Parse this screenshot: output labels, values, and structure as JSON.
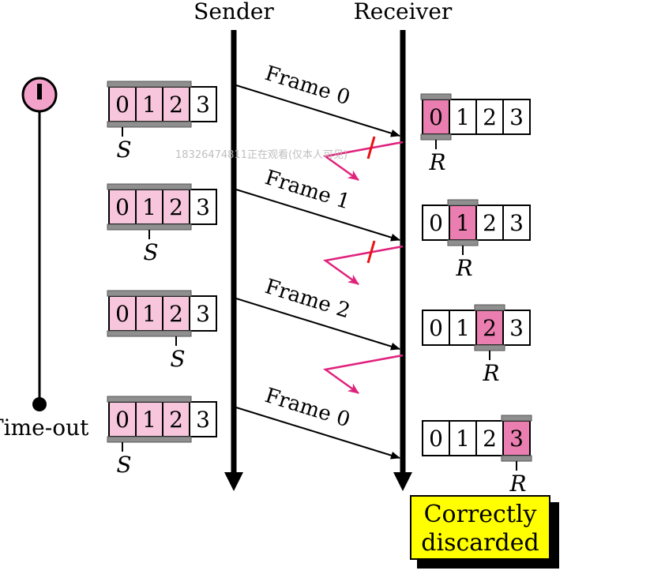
{
  "headers": {
    "sender": "Sender",
    "receiver": "Receiver"
  },
  "timer": {
    "icon": "stopwatch-icon",
    "timeout_label": "Time-out"
  },
  "frames": [
    {
      "label": "Frame 0",
      "lost_ack": true,
      "ack_cut": true
    },
    {
      "label": "Frame 1",
      "lost_ack": true,
      "ack_cut": true
    },
    {
      "label": "Frame 2",
      "lost_ack": true,
      "ack_cut": false
    },
    {
      "label": "Frame 0",
      "lost_ack": false,
      "ack_cut": false
    }
  ],
  "sender_windows": [
    {
      "cells": [
        "0",
        "1",
        "2",
        "3"
      ],
      "window": [
        0,
        2
      ],
      "pointer": 0,
      "pointer_label": "S"
    },
    {
      "cells": [
        "0",
        "1",
        "2",
        "3"
      ],
      "window": [
        0,
        2
      ],
      "pointer": 1,
      "pointer_label": "S"
    },
    {
      "cells": [
        "0",
        "1",
        "2",
        "3"
      ],
      "window": [
        0,
        2
      ],
      "pointer": 2,
      "pointer_label": "S"
    },
    {
      "cells": [
        "0",
        "1",
        "2",
        "3"
      ],
      "window": [
        0,
        2
      ],
      "pointer": 0,
      "pointer_label": "S"
    }
  ],
  "receiver_windows": [
    {
      "cells": [
        "0",
        "1",
        "2",
        "3"
      ],
      "window": [
        0,
        0
      ],
      "pointer": 0,
      "pointer_label": "R"
    },
    {
      "cells": [
        "0",
        "1",
        "2",
        "3"
      ],
      "window": [
        1,
        1
      ],
      "pointer": 1,
      "pointer_label": "R"
    },
    {
      "cells": [
        "0",
        "1",
        "2",
        "3"
      ],
      "window": [
        2,
        2
      ],
      "pointer": 2,
      "pointer_label": "R"
    },
    {
      "cells": [
        "0",
        "1",
        "2",
        "3"
      ],
      "window": [
        3,
        3
      ],
      "pointer": 3,
      "pointer_label": "R"
    }
  ],
  "callout": {
    "line1": "Correctly",
    "line2": "discarded"
  },
  "watermark": "18326474811正在观看(仅本人可见)",
  "colors": {
    "window_fill": "#f7c6dc",
    "receiver_window_fill": "#ea7eb0",
    "bar": "#8f8f8f",
    "ack_arrow": "#e0227d",
    "cut_mark": "#e81010",
    "callout_bg": "#ffff00",
    "line": "#000000"
  }
}
